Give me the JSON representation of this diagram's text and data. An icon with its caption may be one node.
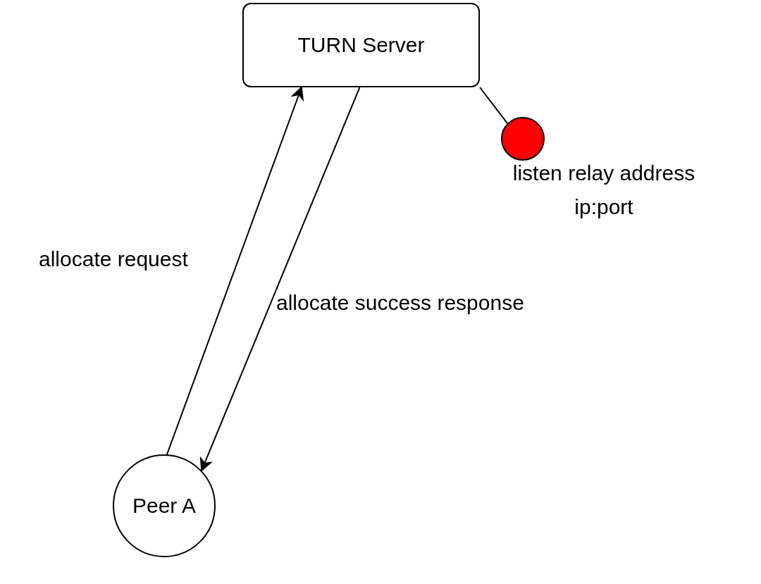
{
  "diagram": {
    "nodes": [
      {
        "text": [
          "TURN Server"
        ]
      },
      {
        "text": [],
        "shape": "circle",
        "beside": [
          "listen relay address ip:port"
        ]
      },
      {
        "text": [
          "Peer A"
        ]
      }
    ],
    "edges": [
      {
        "from": 2,
        "to": 0,
        "arrow": "to",
        "label": "allocate request"
      },
      {
        "from": 0,
        "to": 2,
        "arrow": "to",
        "label": "allocate success response"
      },
      {
        "from": 0,
        "to": 1,
        "arrow": "none"
      }
    ]
  }
}
